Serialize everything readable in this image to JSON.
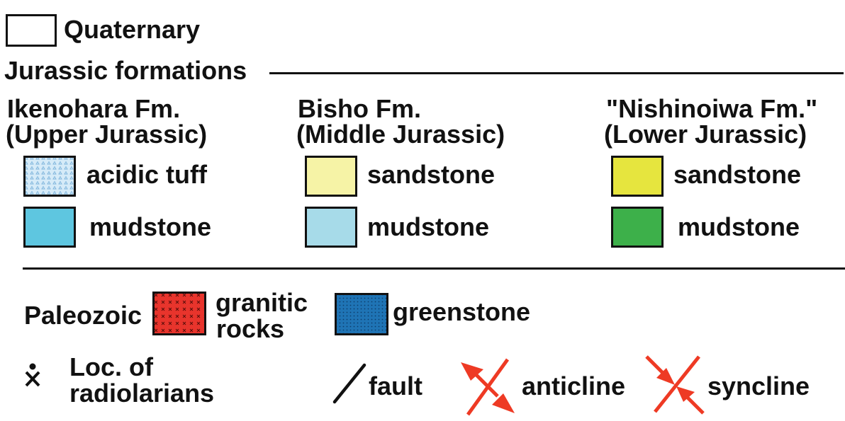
{
  "quaternary": {
    "label": "Quaternary",
    "color": "#ffffff"
  },
  "jurassic": {
    "title": "Jurassic formations",
    "columns": [
      {
        "name": "Ikenohara Fm.",
        "age": "(Upper Jurassic)",
        "items": [
          {
            "label": "acidic tuff",
            "color": "#d6ebf8",
            "pattern": "triangle-dots"
          },
          {
            "label": "mudstone",
            "color": "#5ec6e0"
          }
        ]
      },
      {
        "name": "Bisho Fm.",
        "age": "(Middle Jurassic)",
        "items": [
          {
            "label": "sandstone",
            "color": "#f6f3a6"
          },
          {
            "label": "mudstone",
            "color": "#a7dbe9"
          }
        ]
      },
      {
        "name": "\"Nishinoiwa Fm.\"",
        "age": "(Lower Jurassic)",
        "items": [
          {
            "label": "sandstone",
            "color": "#e6e53e"
          },
          {
            "label": "mudstone",
            "color": "#3db04a"
          }
        ]
      }
    ]
  },
  "paleozoic": {
    "label": "Paleozoic",
    "granitic": {
      "line1": "granitic",
      "line2": "rocks",
      "color": "#e8342c",
      "pattern": "x-marks"
    },
    "greenstone": {
      "label": "greenstone",
      "color": "#1f74b5",
      "pattern": "dots"
    }
  },
  "symbols": {
    "radiolarians": {
      "line1": "Loc. of",
      "line2": "radiolarians",
      "icon": "radiolarian-locality-icon"
    },
    "fault": {
      "label": "fault",
      "icon": "fault-line-icon"
    },
    "anticline": {
      "label": "anticline",
      "icon": "anticline-arrows-icon",
      "color": "#ee3a24"
    },
    "syncline": {
      "label": "syncline",
      "icon": "syncline-arrows-icon",
      "color": "#ee3a24"
    }
  }
}
